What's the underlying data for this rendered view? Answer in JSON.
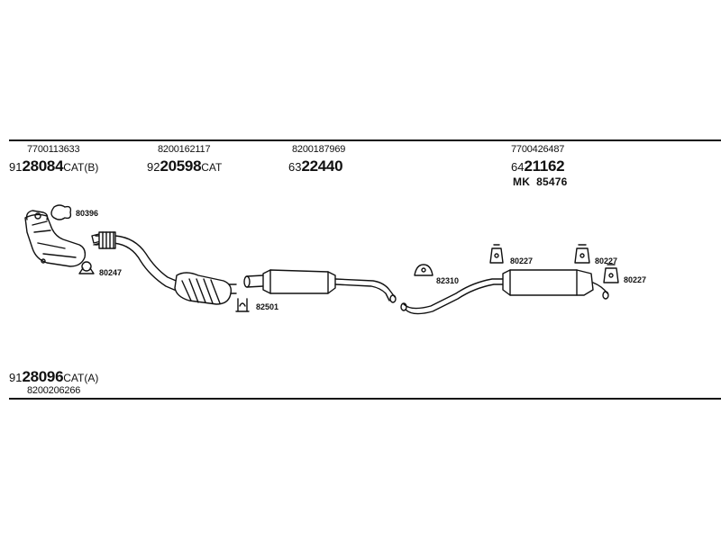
{
  "top_row": [
    {
      "ref": "7700113633",
      "prefix": "91",
      "number": "28084",
      "suffix": "CAT(B)"
    },
    {
      "ref": "8200162117",
      "prefix": "92",
      "number": "20598",
      "suffix": "CAT"
    },
    {
      "ref": "8200187969",
      "prefix": "63",
      "number": "22440",
      "suffix": ""
    },
    {
      "ref": "7700426487",
      "prefix": "64",
      "number": "21162",
      "suffix": ""
    }
  ],
  "mk_label": "MK  85476",
  "bottom": {
    "prefix": "91",
    "number": "28096",
    "suffix": "CAT(A)",
    "ref": "8200206266"
  },
  "clamps": {
    "c80396": "80396",
    "c80247": "80247",
    "c82501": "82501",
    "c82310": "82310",
    "c80227a": "80227",
    "c80227b": "80227",
    "c80227c": "80227"
  }
}
